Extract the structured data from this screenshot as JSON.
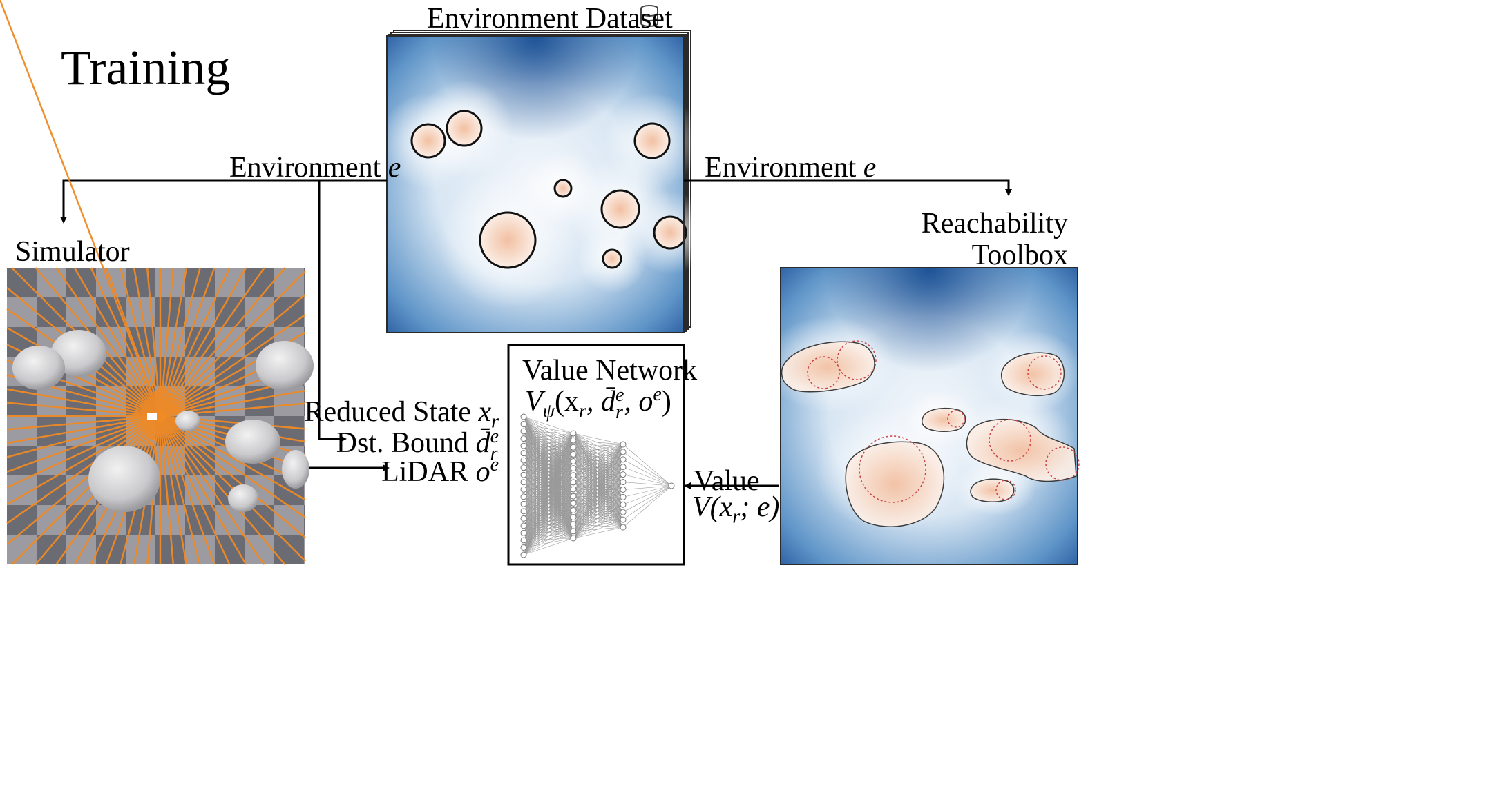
{
  "title": "Training",
  "dataset": {
    "label": "Environment Dataset",
    "icon": "database-icon"
  },
  "arrows": {
    "env_left": {
      "text": "Environment",
      "var": "e"
    },
    "env_right": {
      "text": "Environment",
      "var": "e"
    },
    "value": {
      "text": "Value",
      "expr": "V(x",
      "sub": "r",
      "rest": "; e)"
    }
  },
  "simulator": {
    "label": "Simulator"
  },
  "reachability": {
    "line1": "Reachability",
    "line2": "Toolbox"
  },
  "inputs": {
    "reduced_state": {
      "text": "Reduced State",
      "var": "x",
      "sub": "r"
    },
    "dst_bound": {
      "text": "Dst. Bound",
      "var": "d̄",
      "sub": "r",
      "sup": "e"
    },
    "lidar": {
      "text": "LiDAR",
      "var": "o",
      "sup": "e"
    }
  },
  "value_network": {
    "title": "Value Network",
    "fn": "V",
    "fn_sub": "ψ",
    "args": "(x",
    "args_sub": "r",
    "args2": ", d̄",
    "args2_sup": "e",
    "args2_sub": "r",
    "args3": ", o",
    "args3_sup": "e",
    "args_close": ")",
    "layers": [
      20,
      16,
      12,
      1
    ]
  },
  "colors": {
    "field_dark": "#1f5aa6",
    "field_light": "#f2f6fb",
    "obstacle_core": "#f3c6aa",
    "lidar": "#f08a24",
    "checker_dark": "#6a6a72",
    "checker_light": "#9a9aa0"
  }
}
